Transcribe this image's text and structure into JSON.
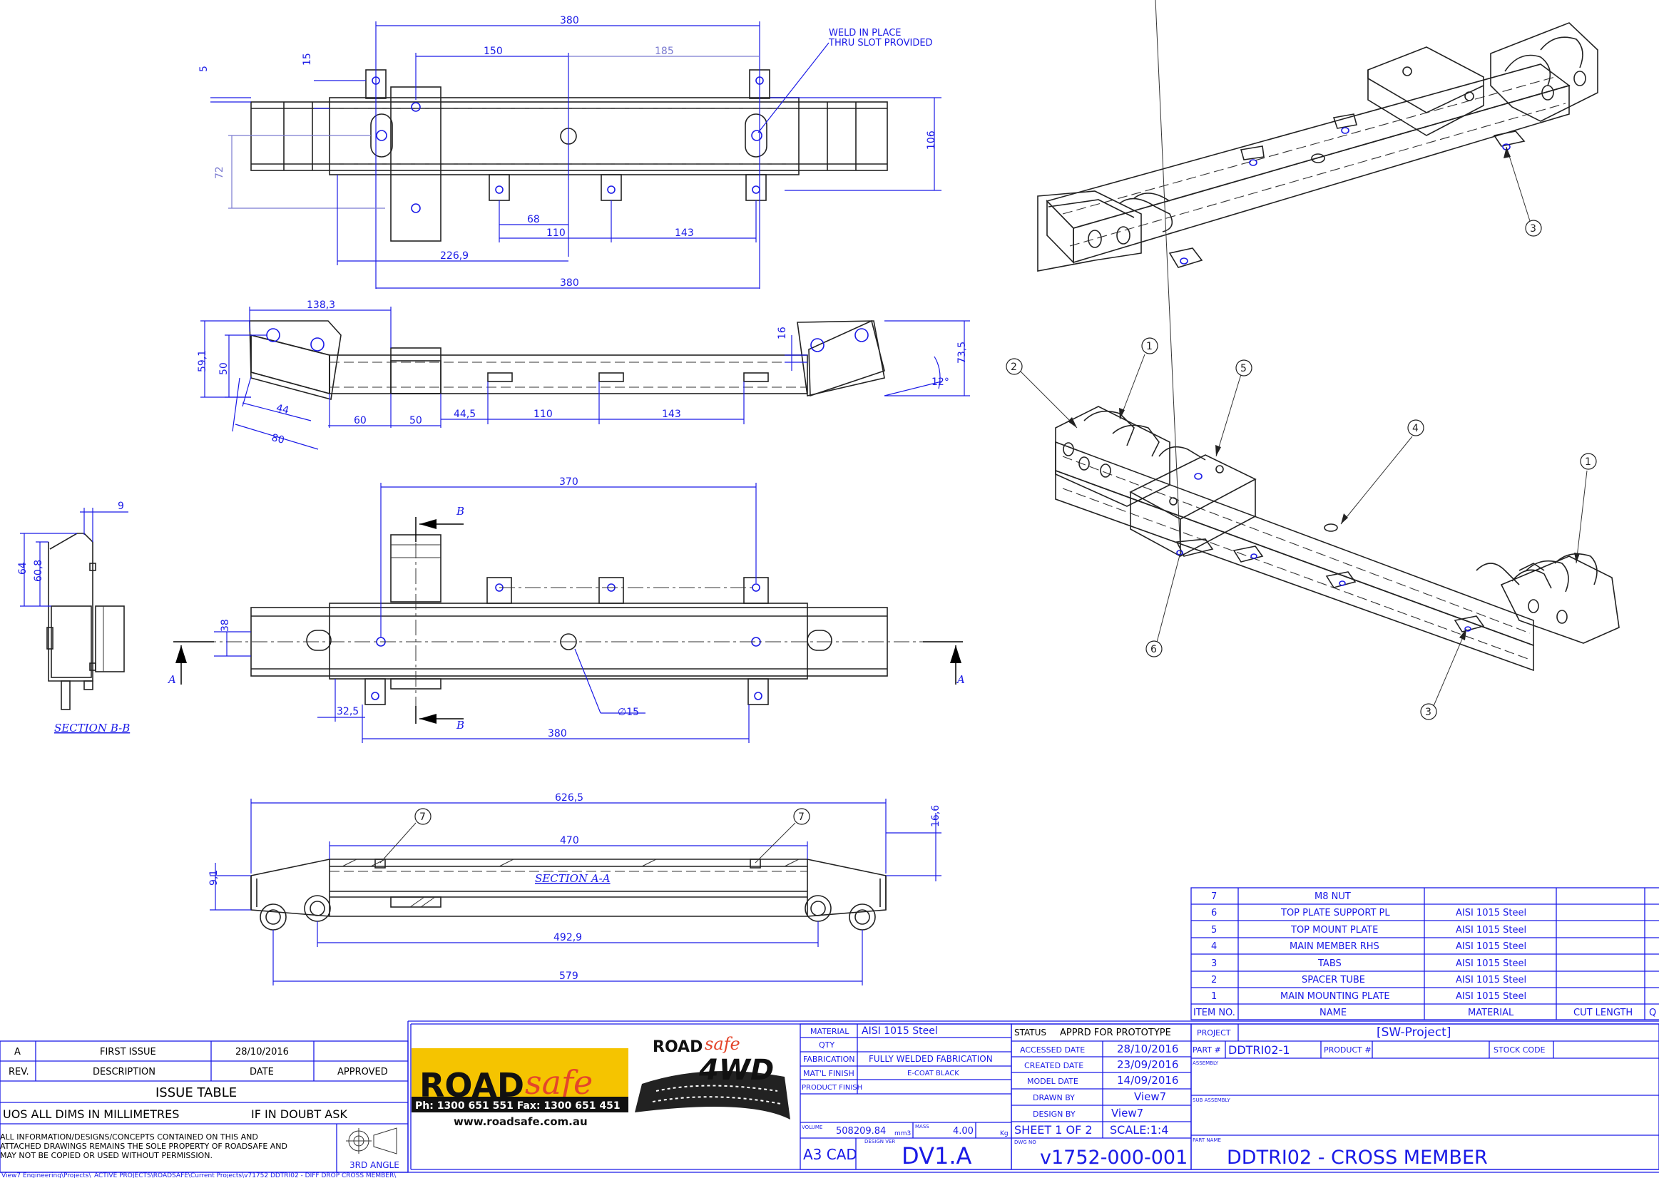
{
  "top_view": {
    "dims": [
      "380",
      "150",
      "185",
      "5",
      "15",
      "106",
      "72",
      "68",
      "110",
      "143",
      "226,9",
      "380"
    ],
    "note": [
      "WELD IN PLACE",
      "THRU SLOT PROVIDED"
    ]
  },
  "side_view": {
    "dims": [
      "138,3",
      "59,1",
      "50",
      "16",
      "73,5",
      "12°",
      "44",
      "80",
      "60",
      "50",
      "44,5",
      "110",
      "143"
    ]
  },
  "section_b": {
    "dims": [
      "9",
      "64",
      "60,8"
    ],
    "label": "SECTION B-B"
  },
  "bottom_view": {
    "dims": [
      "370",
      "38",
      "32,5",
      "380",
      "∅15"
    ],
    "labels": {
      "a_left": "A",
      "a_right": "A",
      "b_top": "B",
      "b_bottom": "B"
    }
  },
  "section_a": {
    "dims": [
      "626,5",
      "470",
      "16,6",
      "9,1",
      "492,9",
      "579"
    ],
    "label": "SECTION A-A",
    "balloons": [
      "7",
      "7"
    ]
  },
  "iso_balloons": {
    "top": [
      "3"
    ],
    "bottom": [
      "2",
      "1",
      "5",
      "4",
      "1",
      "6",
      "3"
    ]
  },
  "bom": {
    "rows": [
      {
        "item": "7",
        "name": "M8 NUT",
        "material": ""
      },
      {
        "item": "6",
        "name": "TOP PLATE SUPPORT PL",
        "material": "AISI 1015 Steel"
      },
      {
        "item": "5",
        "name": "TOP MOUNT PLATE",
        "material": "AISI 1015 Steel"
      },
      {
        "item": "4",
        "name": "MAIN MEMBER RHS",
        "material": "AISI 1015 Steel"
      },
      {
        "item": "3",
        "name": "TABS",
        "material": "AISI 1015 Steel"
      },
      {
        "item": "2",
        "name": "SPACER TUBE",
        "material": "AISI 1015 Steel"
      },
      {
        "item": "1",
        "name": "MAIN MOUNTING PLATE",
        "material": "AISI 1015 Steel"
      }
    ],
    "header": {
      "item": "ITEM NO.",
      "name": "NAME",
      "material": "MATERIAL",
      "cut": "CUT LENGTH",
      "qty": "Q"
    }
  },
  "issue": {
    "rev": "A",
    "description": "FIRST ISSUE",
    "date": "28/10/2016",
    "h_rev": "REV.",
    "h_desc": "DESCRIPTION",
    "h_date": "DATE",
    "h_appr": "APPROVED",
    "title": "ISSUE TABLE",
    "uos": "UOS ALL DIMS IN MILLIMETRES",
    "doubt": "IF IN DOUBT ASK",
    "legal": [
      "ALL INFORMATION/DESIGNS/CONCEPTS CONTAINED ON THIS AND",
      "ATTACHED DRAWINGS REMAINS THE SOLE PROPERTY OF ROADSAFE AND",
      "MAY NOT BE COPIED OR USED WITHOUT PERMISSION."
    ],
    "angle": "3RD ANGLE"
  },
  "logo": {
    "road": "ROAD",
    "safe": "safe",
    "phone": "Ph: 1300 651 551   Fax: 1300 651 451",
    "web": "www.roadsafe.com.au",
    "r4_road": "ROAD",
    "r4_safe": "safe",
    "r4_4wd": "4WD"
  },
  "props": {
    "material_l": "MATERIAL",
    "material": "AISI 1015 Steel",
    "qty_l": "QTY",
    "fab_l": "FABRICATION",
    "fab": "FULLY WELDED FABRICATION",
    "finish_l": "MAT'L FINISH",
    "finish": "E-COAT BLACK",
    "pfinish_l": "PRODUCT FINISH",
    "volume_l": "VOLUME",
    "volume": "508209.84",
    "volume_u": "mm3",
    "mass_l": "MASS",
    "mass": "4.00",
    "mass_u": "Kg",
    "cad": "A3 CAD",
    "dver_l": "DESIGN VER",
    "dver": "DV1.A"
  },
  "status": {
    "status_l": "STATUS",
    "status": "APPRD FOR PROTOTYPE",
    "acc_l": "ACCESSED DATE",
    "acc": "28/10/2016",
    "cre_l": "CREATED DATE",
    "cre": "23/09/2016",
    "mod_l": "MODEL DATE",
    "mod": "14/09/2016",
    "drawn_l": "DRAWN BY",
    "drawn": "View7",
    "design_l": "DESIGN BY",
    "design": "View7",
    "sheet": "SHEET 1 OF 2",
    "scale": "SCALE:1:4",
    "dwg_l": "DWG NO",
    "dwg": "v1752-000-001"
  },
  "project": {
    "project_l": "PROJECT",
    "project": "[SW-Project]",
    "part_l": "PART #",
    "part": "DDTRI02-1",
    "product_l": "PRODUCT #",
    "stock_l": "STOCK CODE",
    "assembly_l": "ASSEMBLY",
    "subassembly_l": "SUB ASSEMBLY",
    "partname_l": "PART NAME",
    "partname": "DDTRI02 - CROSS MEMBER"
  },
  "path": "View7 Engineering\\Projects\\_ACTIVE PROJECTS\\ROADSAFE\\Current Projects\\v71752     DDTRI02 - DIFF DROP CROSS MEMBER\\"
}
